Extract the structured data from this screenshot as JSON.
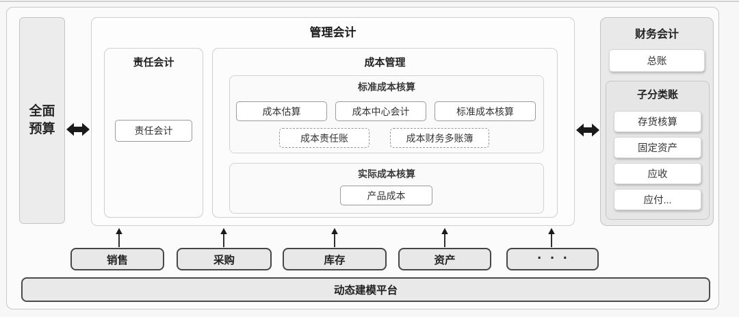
{
  "budget_box": {
    "line1": "全面",
    "line2": "预算"
  },
  "management": {
    "title": "管理会计",
    "responsibility": {
      "title": "责任会计",
      "chip": "责任会计"
    },
    "cost": {
      "title": "成本管理",
      "standard": {
        "title": "标准成本核算",
        "chips": [
          "成本估算",
          "成本中心会计",
          "标准成本核算"
        ],
        "dashed_chips": [
          "成本责任账",
          "成本财务多账簿"
        ]
      },
      "actual": {
        "title": "实际成本核算",
        "chip": "产品成本"
      }
    }
  },
  "financial": {
    "title": "财务会计",
    "general_ledger": "总账",
    "subledger": {
      "title": "子分类账",
      "items": [
        "存货核算",
        "固定资产",
        "应收",
        "应付..."
      ]
    }
  },
  "modules": [
    "销售",
    "采购",
    "库存",
    "资产",
    "..."
  ],
  "platform": {
    "label": "动态建模平台"
  },
  "colors": {
    "arrow": "#1a1a1a",
    "panel_border": "#cfcfcf",
    "dark_border": "#464646",
    "gray_fill": "#ececec"
  }
}
